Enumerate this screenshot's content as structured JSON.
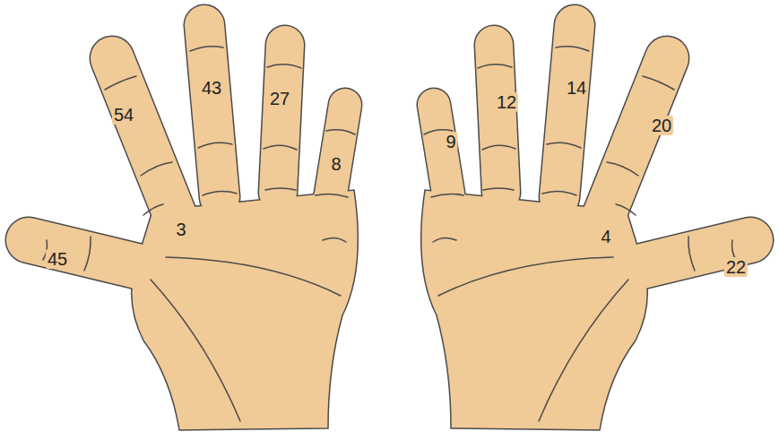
{
  "diagram": {
    "labels": [
      "54",
      "43",
      "27",
      "8",
      "9",
      "12",
      "14",
      "20",
      "3",
      "4",
      "45",
      "22"
    ]
  }
}
